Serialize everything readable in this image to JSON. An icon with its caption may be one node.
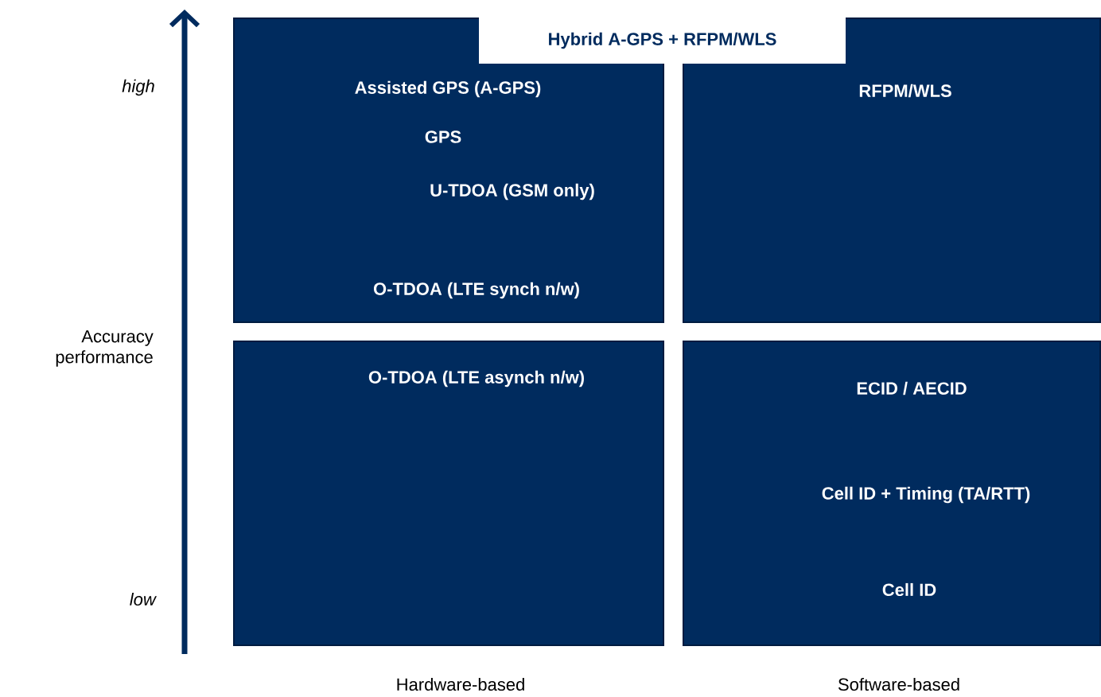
{
  "diagram": {
    "nodes": [
      {
        "text": [
          "Assisted GPS (A-GPS)",
          "GPS",
          "U-TDOA (GSM only)",
          "O-TDOA (LTE synch n/w)"
        ]
      },
      {
        "text": [
          "RFPM/WLS"
        ]
      },
      {
        "text": [
          "O-TDOA (LTE asynch n/w)"
        ]
      },
      {
        "text": [
          "ECID / AECID",
          "Cell ID + Timing (TA/RTT)",
          "Cell ID"
        ]
      },
      {
        "text": [
          "Hybrid A-GPS + RFPM/WLS"
        ]
      }
    ],
    "labels": [
      "high",
      "Accuracy performance",
      "low",
      "Hardware-based",
      "Software-based"
    ]
  }
}
